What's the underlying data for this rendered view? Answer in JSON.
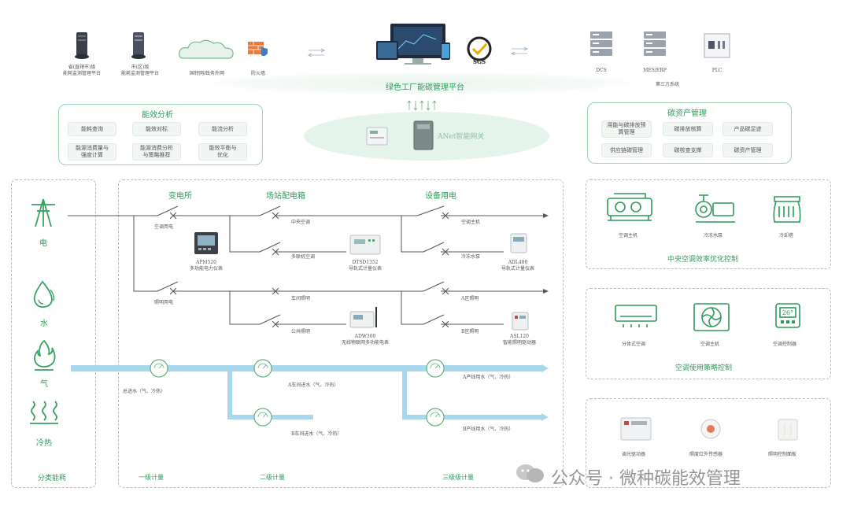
{
  "top": {
    "province_platform": [
      "省(直辖市)级",
      "能耗监测管理平台"
    ],
    "city_platform": [
      "市(区)级",
      "能耗监测管理平台"
    ],
    "network": "国特网/政务外网",
    "firewall": "防火墙",
    "platform_title": "绿色工厂能碳管理平台",
    "sgs": "SGS",
    "third_party": "第三方系统",
    "dcs": "DCS",
    "mes": "MES/ERP",
    "plc": "PLC",
    "gateway": "ANet智能网关"
  },
  "energy_analysis": {
    "title": "能效分析",
    "items": [
      "能耗查询",
      "能效对标",
      "能流分析",
      "能源消费量与强度计算",
      "能源消费分析与策略推荐",
      "能效平衡与优化"
    ]
  },
  "carbon_assets": {
    "title": "碳资产管理",
    "items": [
      "用能与碳排放预算管理",
      "碳排放核算",
      "产品碳足迹",
      "供应链碳管理",
      "碳核查支撑",
      "碳资产管理"
    ]
  },
  "categories": {
    "electricity": "电",
    "water": "水",
    "gas": "气",
    "cold_heat": "冷热",
    "footer": "分类能耗"
  },
  "diagram": {
    "substation": "变电所",
    "field_box": "场站配电箱",
    "equipment": "设备用电",
    "ac_power": "空调用电",
    "lighting_power": "照明用电",
    "central_ac": "中央空调",
    "multi_ac": "多联机空调",
    "workshop_light": "车间照明",
    "public_light": "公共照明",
    "ac_host_line": "空调主机",
    "chill_pump_line": "冷冻水泵",
    "zone_a_light": "A区照明",
    "zone_b_light": "B区照明",
    "apm520": [
      "APM520",
      "多功能电力仪表"
    ],
    "dtsd1352": [
      "DTSD1352",
      "导轨式计量仪表"
    ],
    "adl400": [
      "ADL400",
      "导轨式计量仪表"
    ],
    "adw300": [
      "ADW300",
      "无线物联网多功能电表"
    ],
    "asl120": [
      "ASL120",
      "智能照明驱动器"
    ],
    "main_water": "总进水（气、冷热）",
    "a_workshop_water": "A车间进水（气、冷热）",
    "b_workshop_water": "B车间进水（气、冷热）",
    "a_line_water": "A产线用水（气、冷热）",
    "b_line_water": "B产线用水（气、冷热）",
    "level1": "一级计量",
    "level2": "二级计量",
    "level3": "三级级计量"
  },
  "central_ac_panel": {
    "items": [
      "空调主机",
      "冷冻水泵",
      "冷却塔"
    ],
    "title": "中央空调效率优化控制"
  },
  "ac_strategy_panel": {
    "items": [
      "分体式空调",
      "空调主机",
      "空调控制器"
    ],
    "display": "26°",
    "title": "空调使用策略控制"
  },
  "lighting_panel": {
    "items": [
      "调光驱动器",
      "照度红外传感器",
      "照明控制面板"
    ]
  },
  "watermark": "公众号 · 微种碳能效管理",
  "colors": {
    "green": "#2f9a5a",
    "pipe": "#a9d8ec",
    "line": "#555555"
  }
}
